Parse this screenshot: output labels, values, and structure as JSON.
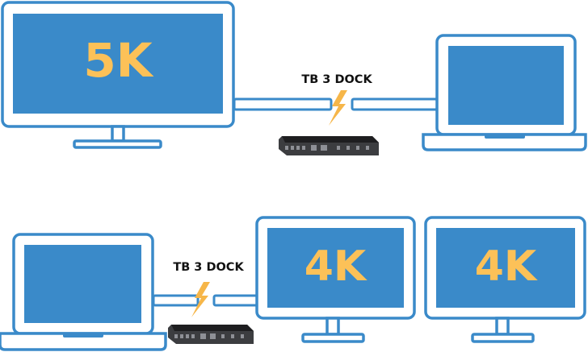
{
  "colors": {
    "frame": "#3a8ac9",
    "screen": "#3a8ac9",
    "screen_bg": "#ffffff",
    "resolution_text": "#fcc158",
    "bolt": "#f6b649",
    "dock_body": "#3c3d40",
    "dock_top": "#1e1e20",
    "label_text": "#111111"
  },
  "icons": {
    "bolt": "lightning-bolt-icon",
    "dock": "thunderbolt-dock-icon"
  },
  "top_setup": {
    "monitor_resolution": "5K",
    "dock_label": "TB 3 DOCK"
  },
  "bottom_setup": {
    "dock_label": "TB 3 DOCK",
    "monitor_1_resolution": "4K",
    "monitor_2_resolution": "4K"
  }
}
